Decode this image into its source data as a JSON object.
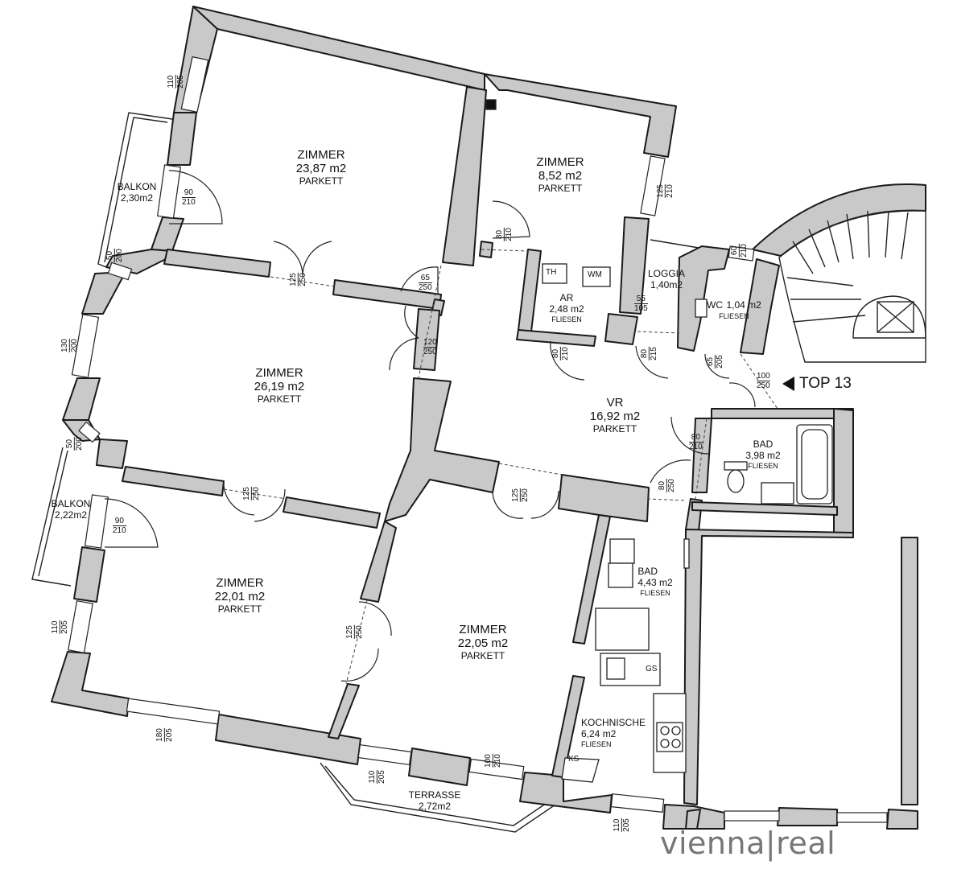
{
  "rooms": [
    {
      "name": "ZIMMER",
      "area": "23,87 m2",
      "floor": "PARKETT"
    },
    {
      "name": "ZIMMER",
      "area": "8,52 m2",
      "floor": "PARKETT"
    },
    {
      "name": "ZIMMER",
      "area": "26,19 m2",
      "floor": "PARKETT"
    },
    {
      "name": "ZIMMER",
      "area": "22,01 m2",
      "floor": "PARKETT"
    },
    {
      "name": "ZIMMER",
      "area": "22,05 m2",
      "floor": "PARKETT"
    },
    {
      "name": "VR",
      "area": "16,92 m2",
      "floor": "PARKETT"
    },
    {
      "name": "AR",
      "area": "2,48 m2",
      "floor": "FLIESEN"
    },
    {
      "name": "LOGGIA",
      "area": "1,40m2",
      "floor": ""
    },
    {
      "name": "WC",
      "area": "1,04 m2",
      "floor": "FLIESEN"
    },
    {
      "name": "BAD",
      "area": "3,98 m2",
      "floor": "FLIESEN"
    },
    {
      "name": "BAD",
      "area": "4,43 m2",
      "floor": "FLIESEN"
    },
    {
      "name": "KOCHNISCHE",
      "area": "6,24 m2",
      "floor": "FLIESEN"
    },
    {
      "name": "BALKON",
      "area": "2,30m2",
      "floor": ""
    },
    {
      "name": "BALKON",
      "area": "2,22m2",
      "floor": ""
    },
    {
      "name": "TERRASSE",
      "area": "2,72m2",
      "floor": ""
    }
  ],
  "dimensions": [
    {
      "top": "110",
      "bottom": "205"
    },
    {
      "top": "90",
      "bottom": "210"
    },
    {
      "top": "50",
      "bottom": "200"
    },
    {
      "top": "125",
      "bottom": "250"
    },
    {
      "top": "65",
      "bottom": "250"
    },
    {
      "top": "120",
      "bottom": "250"
    },
    {
      "top": "130",
      "bottom": "200"
    },
    {
      "top": "50",
      "bottom": "200"
    },
    {
      "top": "125",
      "bottom": "250"
    },
    {
      "top": "90",
      "bottom": "210"
    },
    {
      "top": "110",
      "bottom": "205"
    },
    {
      "top": "125",
      "bottom": "250"
    },
    {
      "top": "125",
      "bottom": "250"
    },
    {
      "top": "180",
      "bottom": "205"
    },
    {
      "top": "110",
      "bottom": "205"
    },
    {
      "top": "100",
      "bottom": "210"
    },
    {
      "top": "110",
      "bottom": "205"
    },
    {
      "top": "80",
      "bottom": "210"
    },
    {
      "top": "125",
      "bottom": "210"
    },
    {
      "top": "80",
      "bottom": "210"
    },
    {
      "top": "80",
      "bottom": "215"
    },
    {
      "top": "55",
      "bottom": "105"
    },
    {
      "top": "60",
      "bottom": "210"
    },
    {
      "top": "65",
      "bottom": "205"
    },
    {
      "top": "100",
      "bottom": "250"
    },
    {
      "top": "80",
      "bottom": "210"
    },
    {
      "top": "80",
      "bottom": "250"
    }
  ],
  "fixtures": {
    "th": "TH",
    "wm": "WM",
    "gs": "GS",
    "ks": "KS"
  },
  "entrance": {
    "label": "TOP 13"
  },
  "brand": {
    "text": "vienna|real"
  }
}
